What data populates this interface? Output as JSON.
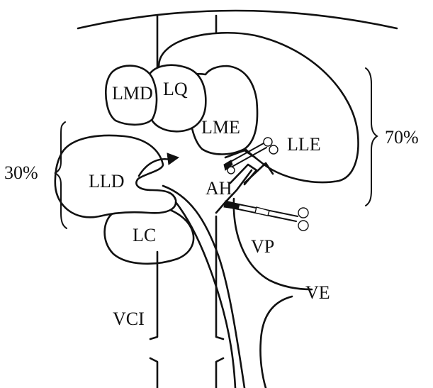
{
  "labels": {
    "lmd": "LMD",
    "lq": "LQ",
    "lme": "LME",
    "lle": "LLE",
    "lld": "LLD",
    "lc": "LC",
    "ah": "AH",
    "vp": "VP",
    "ve": "VE",
    "vci": "VCI"
  },
  "percent_left": "30%",
  "percent_right": "70%"
}
